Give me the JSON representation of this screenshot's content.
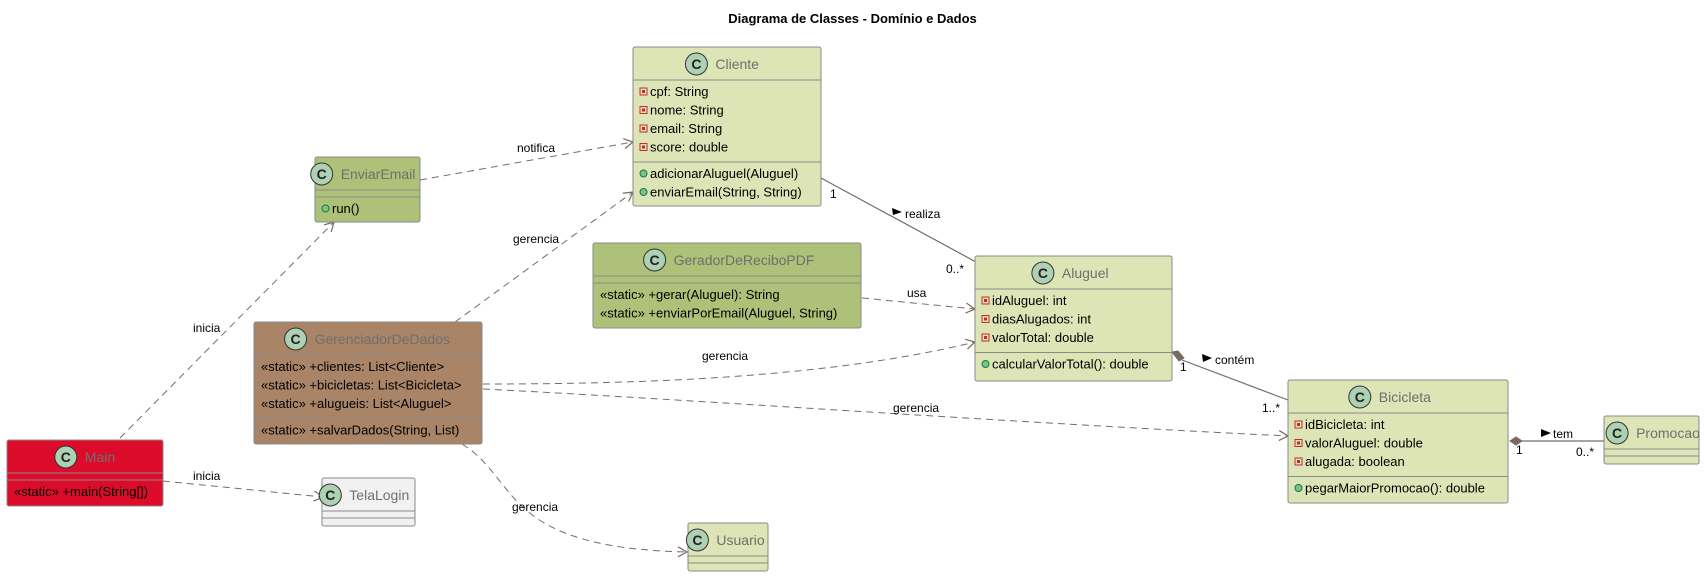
{
  "title": "Diagrama de Classes - Domínio e Dados",
  "classes": {
    "cliente": {
      "name": "Cliente",
      "attributes": [
        "cpf: String",
        "nome: String",
        "email: String",
        "score: double"
      ],
      "methods": [
        "adicionarAluguel(Aluguel)",
        "enviarEmail(String, String)"
      ],
      "color": "#dde5b6"
    },
    "enviaremail": {
      "name": "EnviarEmail",
      "attributes": [],
      "methods": [
        "run()"
      ],
      "color": "#adc178"
    },
    "geradorrecibo": {
      "name": "GeradorDeReciboPDF",
      "attributes": [],
      "methods": [
        "«static» +gerar(Aluguel): String",
        "«static» +enviarPorEmail(Aluguel, String)"
      ],
      "color": "#adc178"
    },
    "gerenciador": {
      "name": "GerenciadorDeDados",
      "attributes": [
        "«static» +clientes: List<Cliente>",
        "«static» +bicicletas: List<Bicicleta>",
        "«static» +alugueis: List<Aluguel>"
      ],
      "methods": [
        "«static» +salvarDados(String, List)"
      ],
      "color": "#a98467"
    },
    "aluguel": {
      "name": "Aluguel",
      "attributes": [
        "idAluguel: int",
        "diasAlugados: int",
        "valorTotal: double"
      ],
      "methods": [
        "calcularValorTotal(): double"
      ],
      "color": "#dde5b6"
    },
    "bicicleta": {
      "name": "Bicicleta",
      "attributes": [
        "idBicicleta: int",
        "valorAluguel: double",
        "alugada: boolean"
      ],
      "methods": [
        "pegarMaiorPromocao(): double"
      ],
      "color": "#dde5b6"
    },
    "promocao": {
      "name": "Promocao",
      "attributes": [],
      "methods": [],
      "color": "#dde5b6"
    },
    "main": {
      "name": "Main",
      "attributes": [],
      "methods": [
        "«static» +main(String[])"
      ],
      "color": "#dc0b2a"
    },
    "telalogin": {
      "name": "TelaLogin",
      "attributes": [],
      "methods": [],
      "color": "#f1f1f1"
    },
    "usuario": {
      "name": "Usuario",
      "attributes": [],
      "methods": [],
      "color": "#dde5b6"
    }
  },
  "relations": {
    "notifica": "notifica",
    "realiza": "realiza",
    "usa": "usa",
    "gerencia": "gerencia",
    "contem": "contém",
    "tem": "tem",
    "inicia": "inicia"
  },
  "multiplicity": {
    "one": "1",
    "zero_many": "0..*",
    "one_many": "1..*"
  },
  "icons": {
    "class_badge": "C",
    "private_marker": "square",
    "public_marker": "circle",
    "direction_arrow": "triangle"
  }
}
